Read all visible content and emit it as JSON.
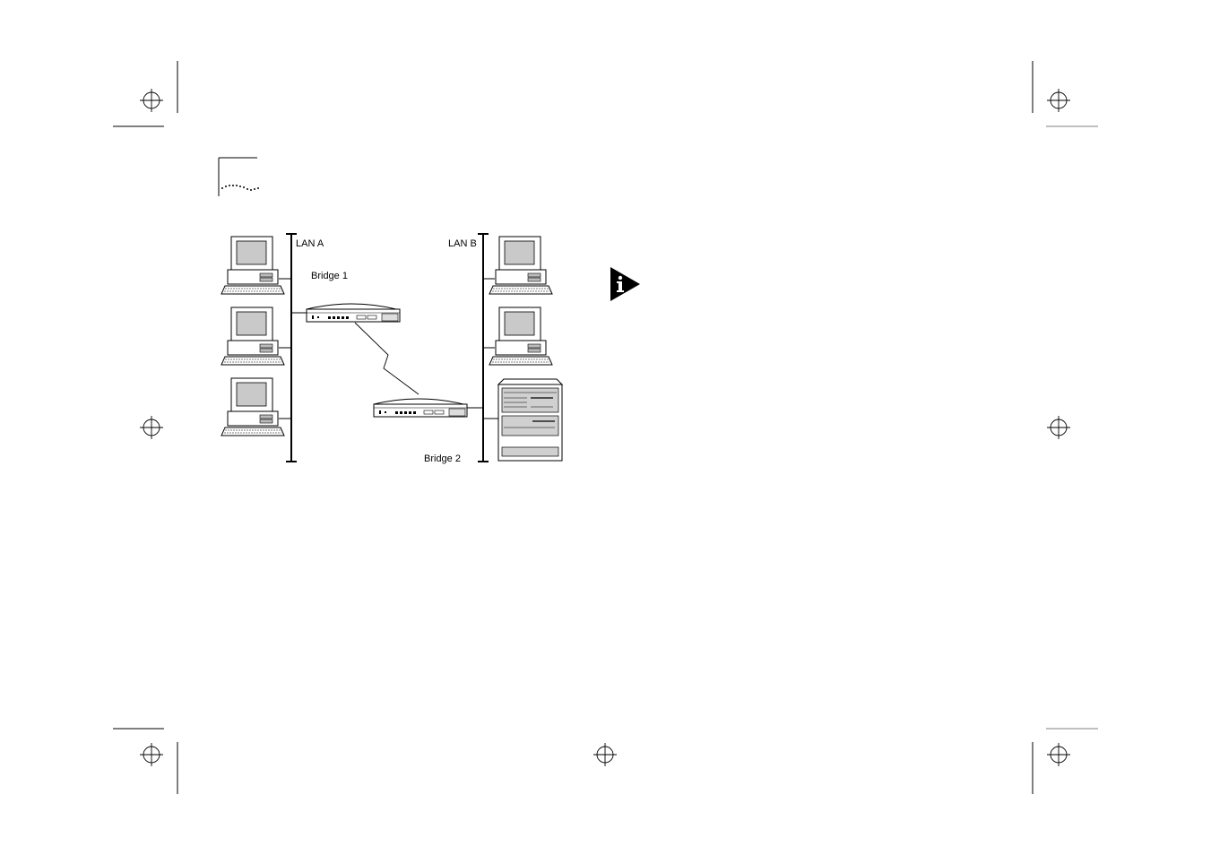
{
  "diagram": {
    "lan_a_label": "LAN A",
    "lan_b_label": "LAN B",
    "bridge1_label": "Bridge 1",
    "bridge2_label": "Bridge 2"
  },
  "icons": {
    "note": "info-note-icon",
    "pc": "desktop-computer-icon",
    "bridge": "bridge-device-icon",
    "server": "server-icon",
    "registration": "registration-mark-icon"
  }
}
